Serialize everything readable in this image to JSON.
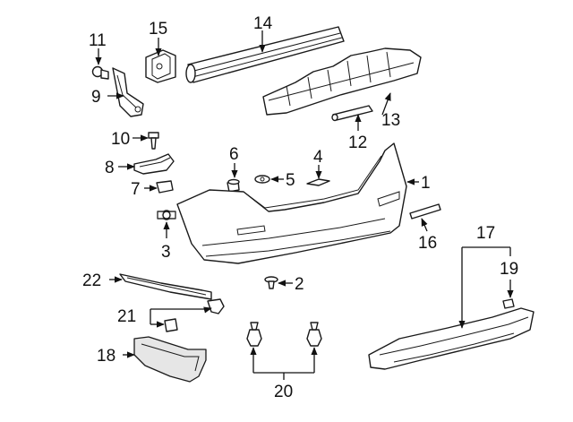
{
  "callouts": [
    {
      "number": "1",
      "part": "bumper-cover"
    },
    {
      "number": "2",
      "part": "push-clip"
    },
    {
      "number": "3",
      "part": "clip"
    },
    {
      "number": "4",
      "part": "reinforcement"
    },
    {
      "number": "5",
      "part": "retainer"
    },
    {
      "number": "6",
      "part": "nut"
    },
    {
      "number": "7",
      "part": "clip"
    },
    {
      "number": "8",
      "part": "side-bracket"
    },
    {
      "number": "9",
      "part": "side-retainer"
    },
    {
      "number": "10",
      "part": "clip"
    },
    {
      "number": "11",
      "part": "nut"
    },
    {
      "number": "12",
      "part": "pad"
    },
    {
      "number": "13",
      "part": "energy-absorber"
    },
    {
      "number": "14",
      "part": "impact-bar"
    },
    {
      "number": "15",
      "part": "bracket"
    },
    {
      "number": "16",
      "part": "reflector"
    },
    {
      "number": "17",
      "part": "lower-spoiler-assembly"
    },
    {
      "number": "18",
      "part": "reflector-assembly"
    },
    {
      "number": "19",
      "part": "clip"
    },
    {
      "number": "20",
      "part": "fasteners"
    },
    {
      "number": "21",
      "part": "clips"
    },
    {
      "number": "22",
      "part": "molding"
    }
  ]
}
